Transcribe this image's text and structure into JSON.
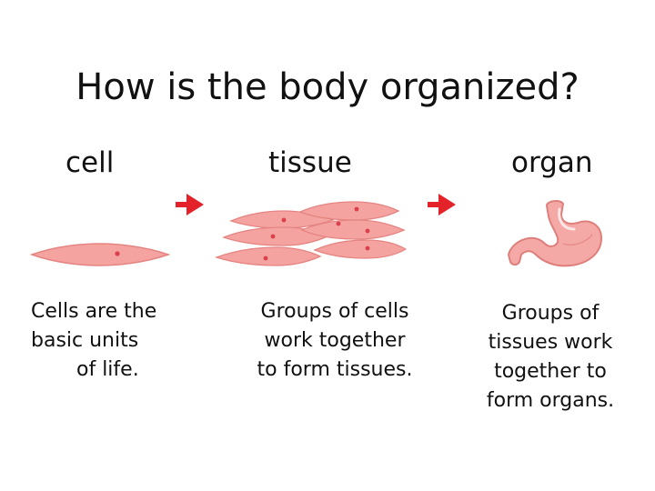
{
  "title": "How is the body organized?",
  "stages": [
    {
      "label": "cell",
      "description_lines": [
        "Cells are the",
        "basic units",
        "of life."
      ]
    },
    {
      "label": "tissue",
      "description_lines": [
        "Groups of cells",
        "work together",
        "to form tissues."
      ]
    },
    {
      "label": "organ",
      "description_lines": [
        "Groups of",
        "tissues work",
        "together to",
        "form organs."
      ]
    }
  ],
  "colors": {
    "cell_fill": "#f4a3a1",
    "cell_stroke": "#e58582",
    "nucleus": "#d9404b",
    "arrow": "#e4222a",
    "stomach_fill": "#f4a9a7",
    "stomach_stroke": "#df7f7c"
  }
}
